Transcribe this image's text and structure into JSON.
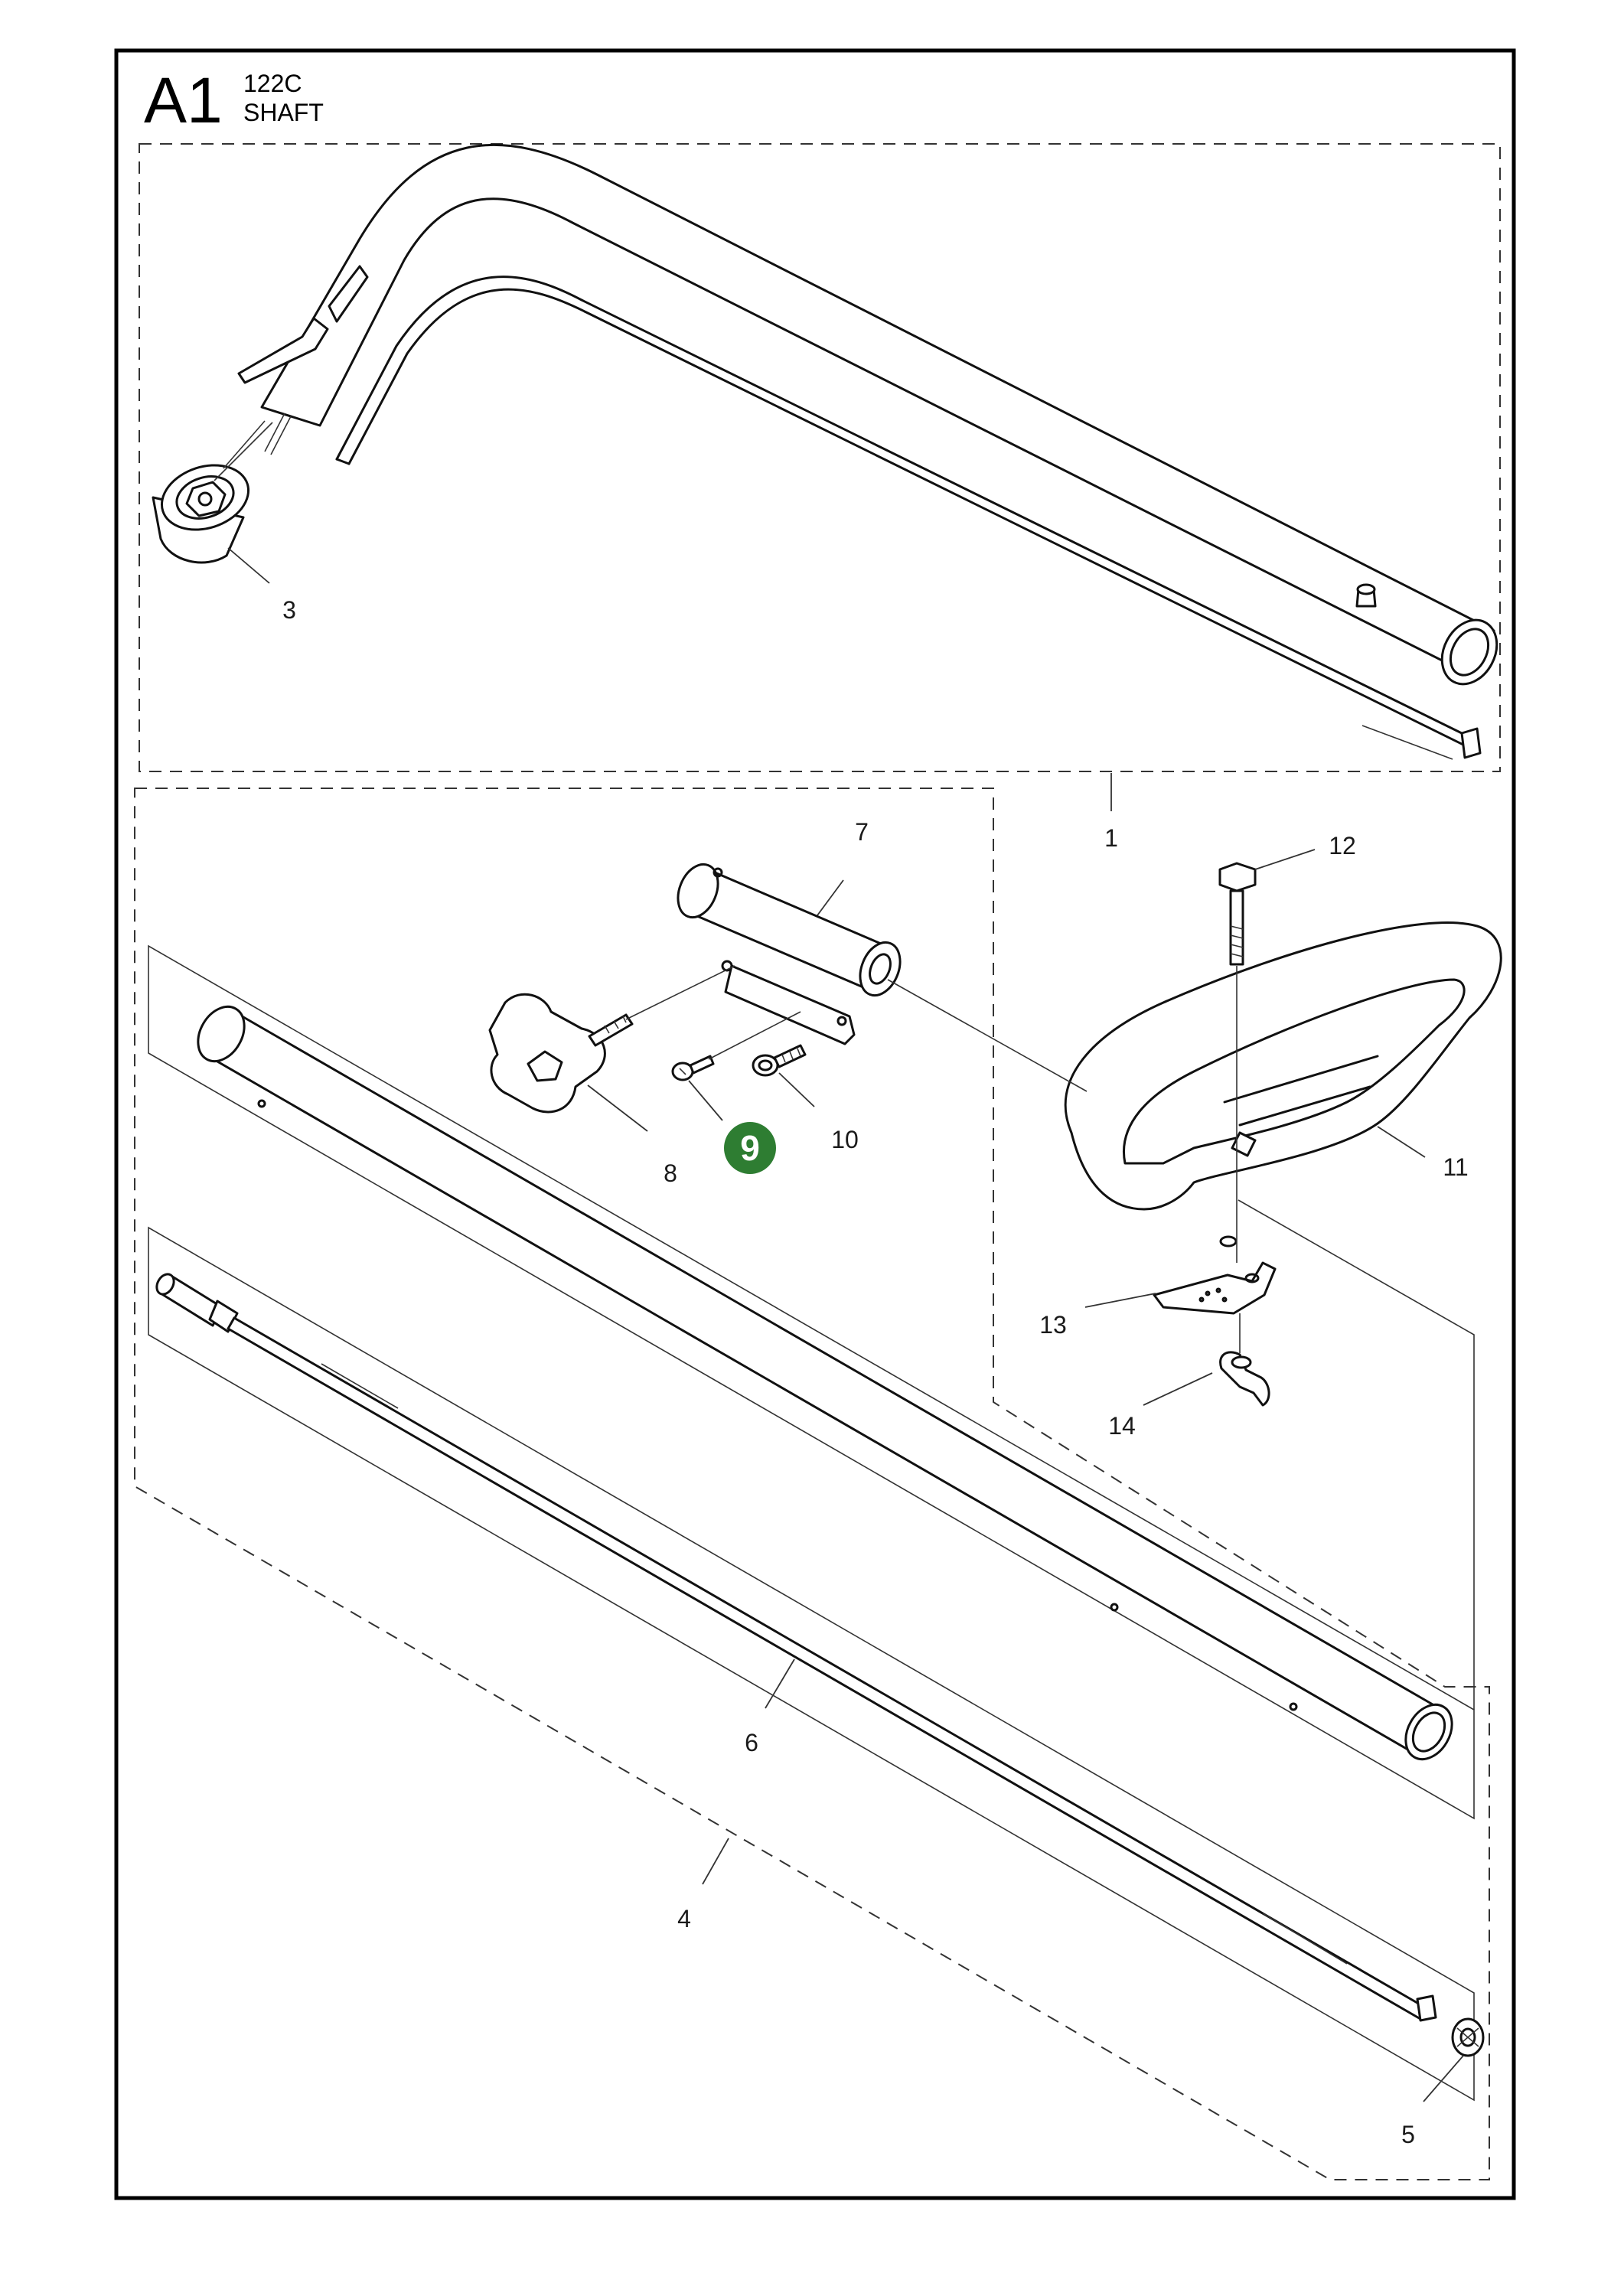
{
  "header": {
    "section_code": "A1",
    "model": "122C",
    "assembly_name": "SHAFT"
  },
  "colors": {
    "highlight": "#2e7d32",
    "line": "#111111",
    "background": "#ffffff"
  },
  "callouts": [
    {
      "id": "1",
      "label": "1"
    },
    {
      "id": "3",
      "label": "3"
    },
    {
      "id": "4",
      "label": "4"
    },
    {
      "id": "5",
      "label": "5"
    },
    {
      "id": "6",
      "label": "6"
    },
    {
      "id": "7",
      "label": "7"
    },
    {
      "id": "8",
      "label": "8"
    },
    {
      "id": "9",
      "label": "9",
      "highlighted": true
    },
    {
      "id": "10",
      "label": "10"
    },
    {
      "id": "11",
      "label": "11"
    },
    {
      "id": "12",
      "label": "12"
    },
    {
      "id": "13",
      "label": "13"
    },
    {
      "id": "14",
      "label": "14"
    }
  ]
}
